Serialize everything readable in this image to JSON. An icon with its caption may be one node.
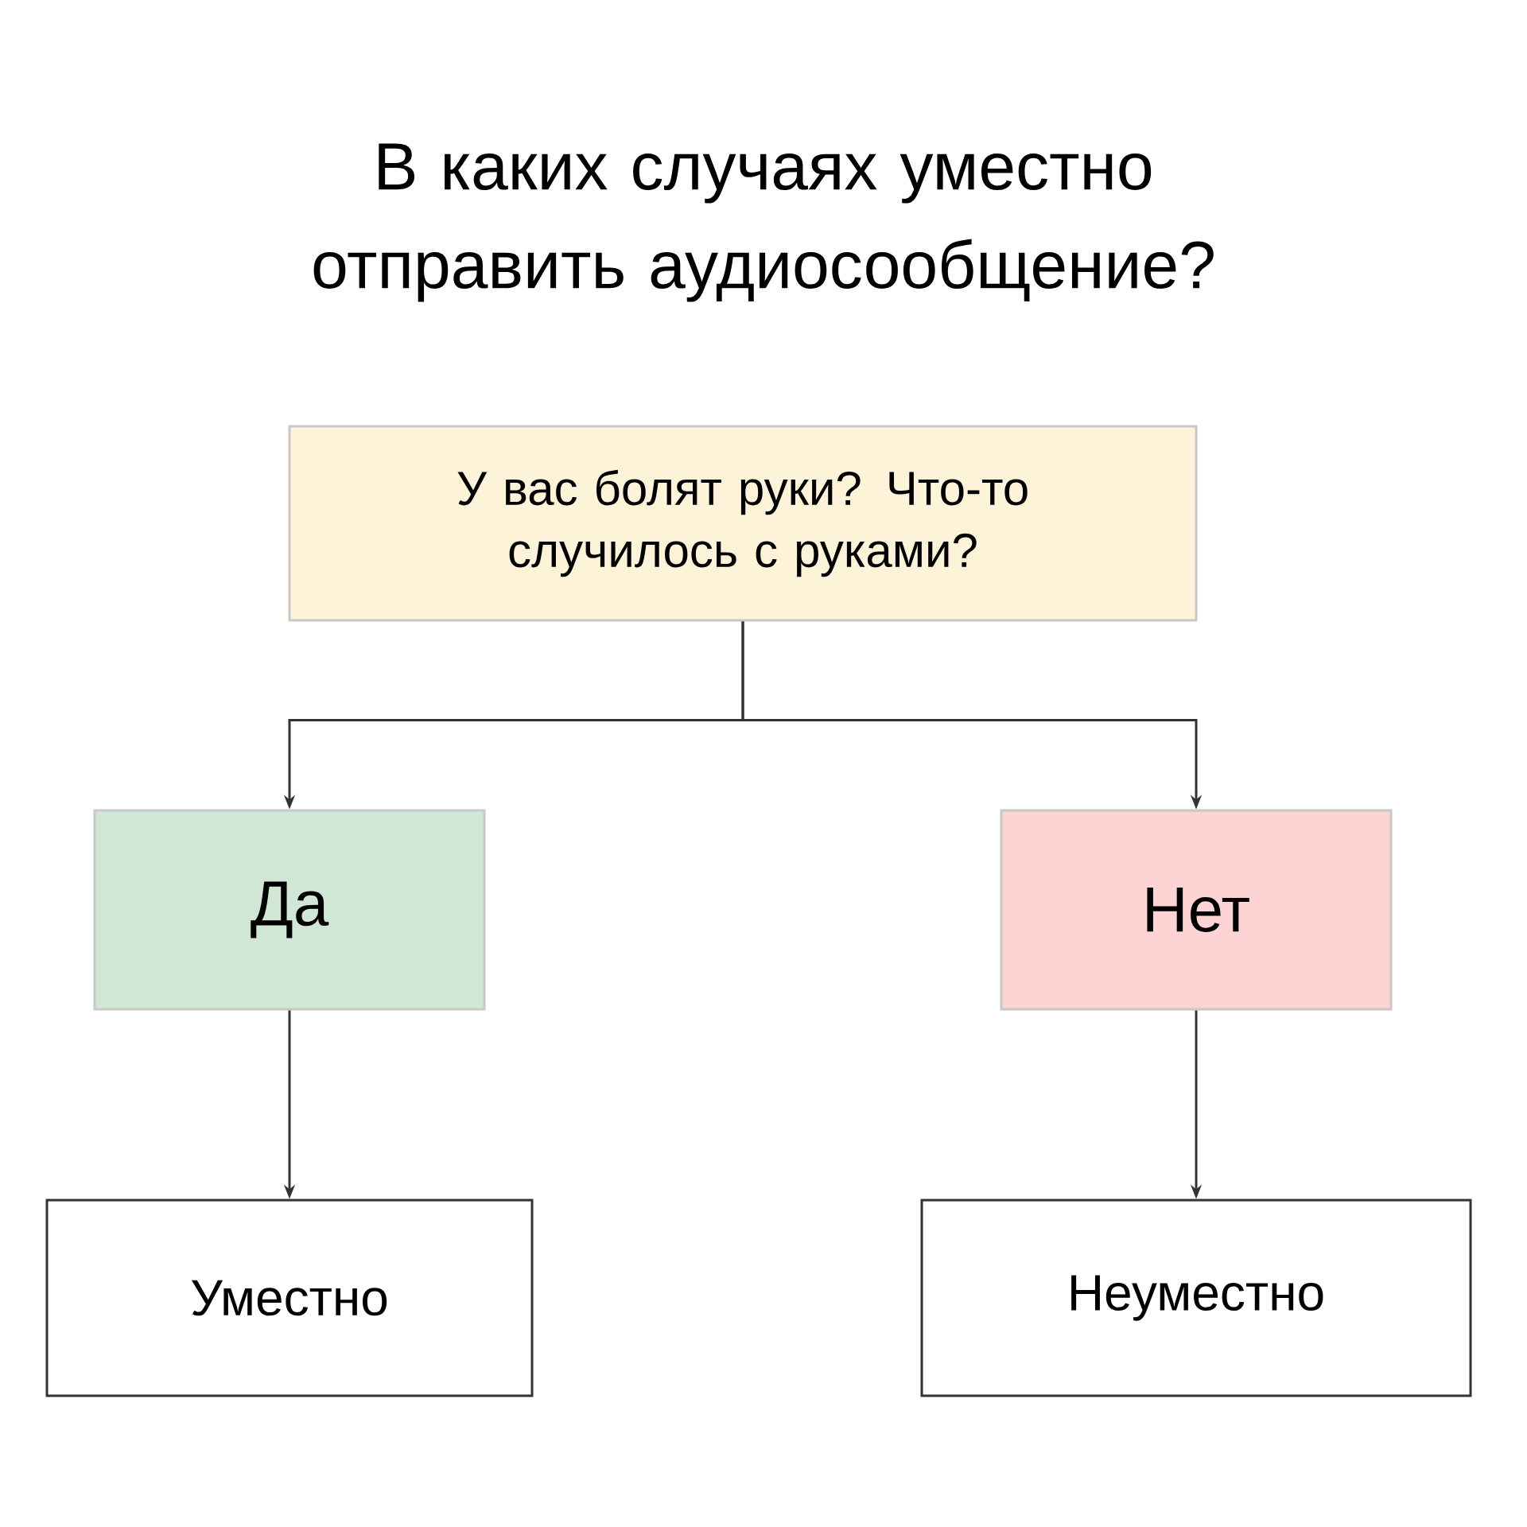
{
  "diagram": {
    "title": "В каких случаях уместно отправить аудиосообщение?",
    "nodes": [
      {
        "text": [
          "У вас болят руки? Что-то случилось с руками?"
        ]
      },
      {
        "text": [
          "Да"
        ]
      },
      {
        "text": [
          "Нет"
        ]
      },
      {
        "text": [
          "Уместно"
        ]
      },
      {
        "text": [
          "Неуместно"
        ]
      }
    ],
    "edges": [
      {
        "from": 0,
        "to": 1,
        "arrow": "to"
      },
      {
        "from": 0,
        "to": 2,
        "arrow": "to"
      },
      {
        "from": 1,
        "to": 3,
        "arrow": "to"
      },
      {
        "from": 2,
        "to": 4,
        "arrow": "to"
      }
    ]
  }
}
